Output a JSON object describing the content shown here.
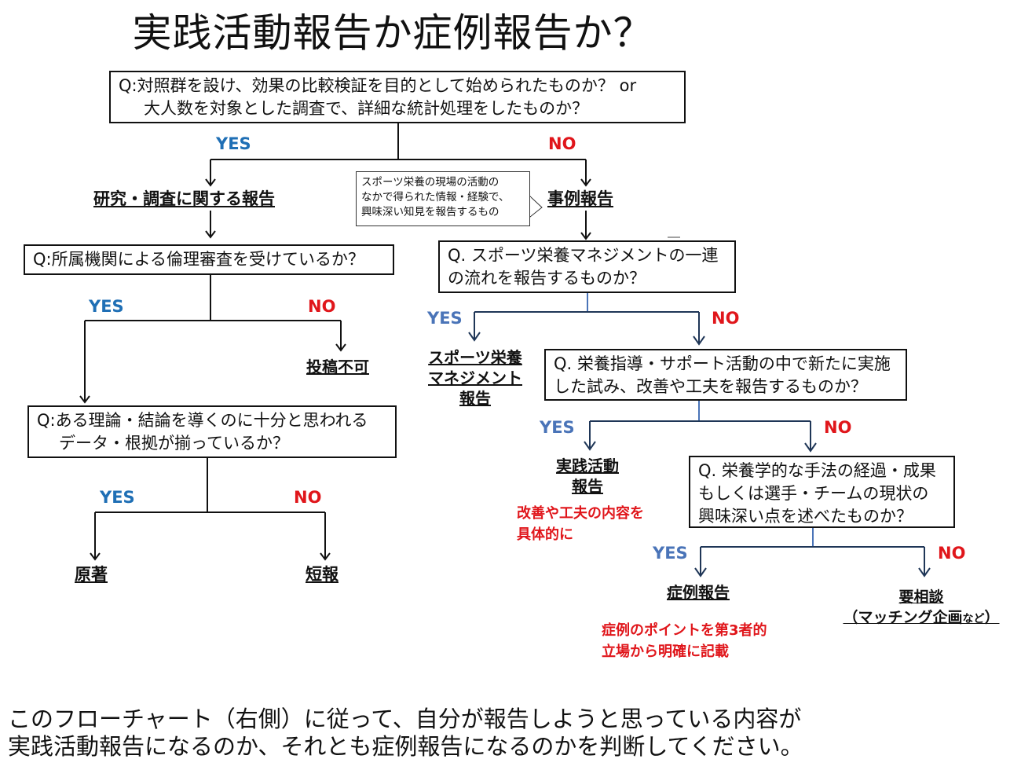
{
  "title": "実践活動報告か症例報告か？",
  "questions": {
    "q1": [
      "Q:対照群を設け、効果の比較検証を目的として始められたものか？ or",
      "大人数を対象とした調査で、詳細な統計処理をしたものか？"
    ],
    "q2": [
      "Q:所属機関による倫理審査を受けているか？"
    ],
    "q3": [
      "Q:ある理論・結論を導くのに十分と思われる",
      "データ・根拠が揃っているか？"
    ],
    "q4": [
      "Q. スポーツ栄養マネジメントの一連",
      "の流れを報告するものか？"
    ],
    "q5": [
      "Q. 栄養指導・サポート活動の中で新たに実施",
      "した試み、改善や工夫を報告するものか？"
    ],
    "q6": [
      "Q. 栄養学的な手法の経過・成果",
      "もしくは選手・チームの現状の",
      "興味深い点を述べたものか？"
    ]
  },
  "labels": {
    "yes": "YES",
    "no": "NO"
  },
  "outcomes": {
    "research": "研究・調査に関する報告",
    "case_report": "事例報告",
    "not_accepted": "投稿不可",
    "original": "原著",
    "short": "短報",
    "sports_mgmt": [
      "スポーツ栄養",
      "マネジメント",
      "報告"
    ],
    "practice": [
      "実践活動",
      "報告"
    ],
    "case_study": "症例報告",
    "consult": [
      "要相談",
      "（マッチング企画など）"
    ],
    "consult_suffix": "など"
  },
  "callout": [
    "スポーツ栄養の現場の活動の",
    "なかで得られた情報・経験で、",
    "興味深い知見を報告するもの"
  ],
  "notes": {
    "practice": [
      "改善や工夫の内容を",
      "具体的に"
    ],
    "case_study": [
      "症例のポイントを第3者的",
      "立場から明確に記載"
    ]
  },
  "footer": [
    "このフローチャート（右側）に従って、自分が報告しようと思っている内容が",
    "実践活動報告になるのか、それとも症例報告になるのかを判断してください。"
  ],
  "colors": {
    "yes_dark": "#1f6fb5",
    "yes_light": "#4a74b8",
    "no": "#e0161b",
    "line_dark": "#111111",
    "line_navy": "#1f3657",
    "line_blue": "#4a74b8"
  }
}
